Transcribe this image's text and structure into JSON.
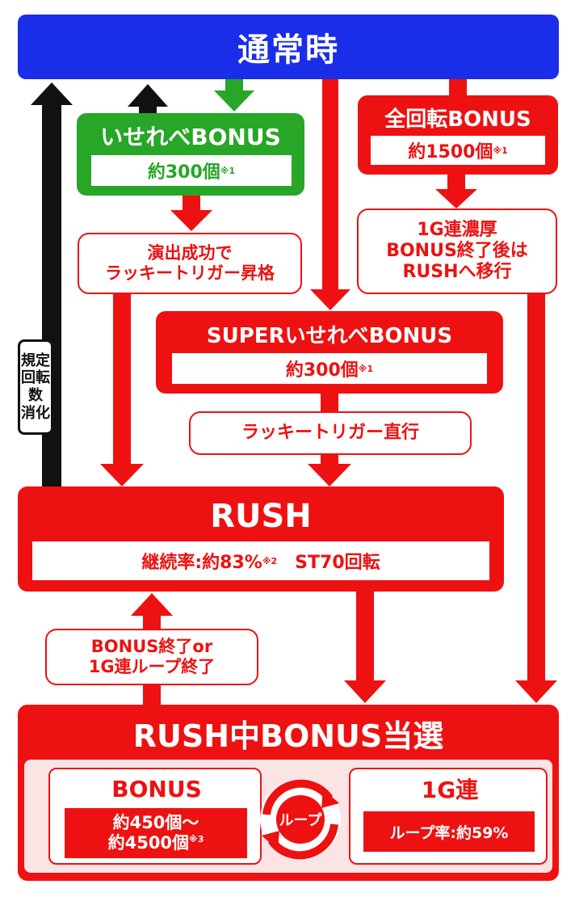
{
  "normal": {
    "label": "通常時"
  },
  "isarebe_bonus": {
    "title": "いせれべBONUS",
    "value": "約300個",
    "note": "※1"
  },
  "zenkai_bonus": {
    "title": "全回転BONUS",
    "value": "約1500個",
    "note": "※1"
  },
  "lucky_promotion": {
    "line1": "演出成功で",
    "line2": "ラッキートリガー昇格"
  },
  "zenkai_followup": {
    "line1": "1G連濃厚",
    "line2": "BONUS終了後は",
    "line3": "RUSHへ移行"
  },
  "super_bonus": {
    "title": "SUPERいせれべBONUS",
    "value": "約300個",
    "note": "※1"
  },
  "lucky_direct": {
    "label": "ラッキートリガー直行"
  },
  "rush": {
    "title": "RUSH",
    "continuation_label": "継続率:約83%",
    "note": "※2",
    "st_label": "ST70回転"
  },
  "return_condition": {
    "line1": "規定",
    "line2": "回転数",
    "line3": "消化"
  },
  "rush_return": {
    "line1": "BONUS終了or",
    "line2": "1G連ループ終了"
  },
  "rush_bonus_win": {
    "title": "RUSH中BONUS当選",
    "bonus": {
      "title": "BONUS",
      "value_line1": "約450個～",
      "value_line2": "約4500個",
      "note": "※3"
    },
    "loop": {
      "label": "ループ"
    },
    "renchan": {
      "title": "1G連",
      "value": "ループ率:約59%"
    }
  },
  "colors": {
    "blue": "#1a2de8",
    "red": "#ee1111",
    "green": "#27a627",
    "black": "#111111",
    "pink": "#fde4e4"
  }
}
